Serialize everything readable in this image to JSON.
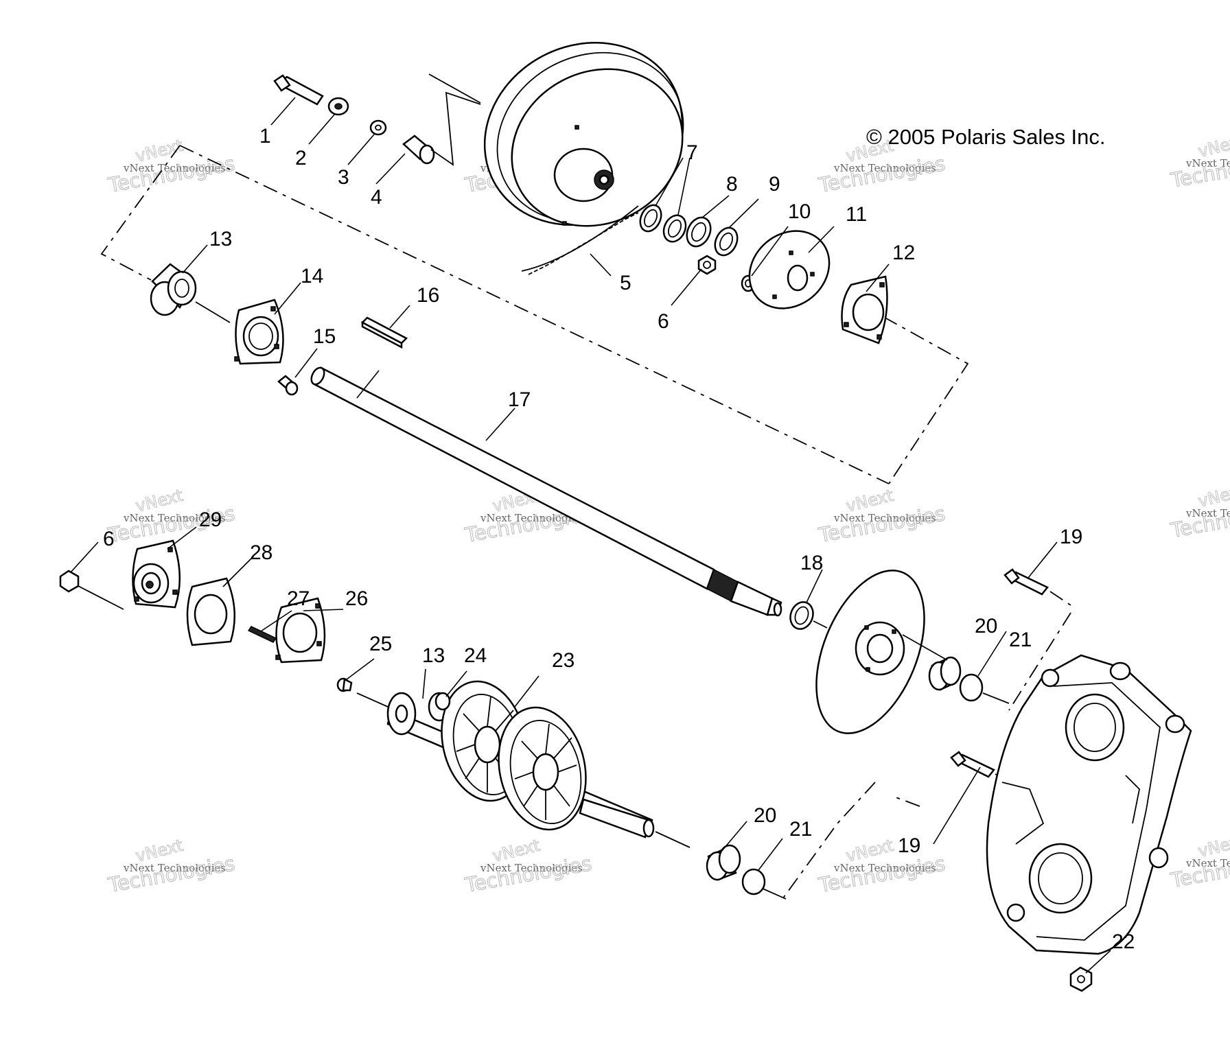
{
  "copyright": "© 2005 Polaris Sales Inc.",
  "watermark": {
    "line1": "vNext Technologies",
    "line2": "vNext",
    "line3": "Technologies"
  },
  "callouts": {
    "c1": "1",
    "c2": "2",
    "c3": "3",
    "c4": "4",
    "c5": "5",
    "c6a": "6",
    "c6b": "6",
    "c7": "7",
    "c8": "8",
    "c9": "9",
    "c10": "10",
    "c11": "11",
    "c12": "12",
    "c13a": "13",
    "c13b": "13",
    "c14": "14",
    "c15": "15",
    "c16": "16",
    "c17": "17",
    "c18": "18",
    "c19a": "19",
    "c19b": "19",
    "c20a": "20",
    "c20b": "20",
    "c21a": "21",
    "c21b": "21",
    "c22": "22",
    "c23": "23",
    "c24": "24",
    "c25": "25",
    "c26": "26",
    "c27": "27",
    "c28": "28",
    "c29": "29"
  }
}
